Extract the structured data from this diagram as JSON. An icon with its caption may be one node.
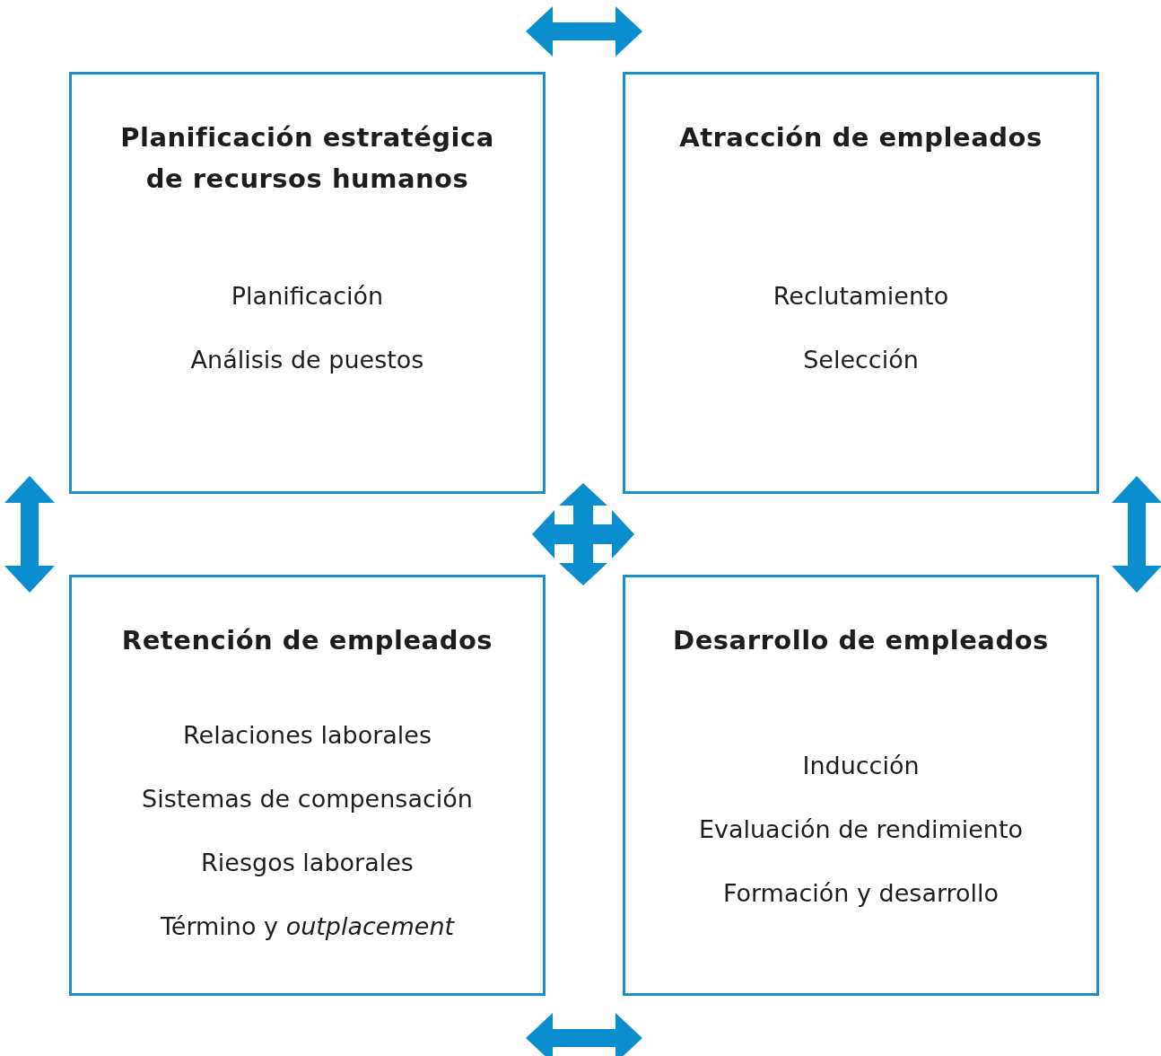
{
  "diagram": {
    "nodes": [
      {
        "text": [
          "Planificación estratégica de recursos humanos",
          "Planificación",
          "Análisis de puestos"
        ]
      },
      {
        "text": [
          "Atracción de empleados",
          "Reclutamiento",
          "Selección"
        ]
      },
      {
        "text": [
          "Retención de empleados",
          "Relaciones laborales",
          "Sistemas de compensación",
          "Riesgos laborales",
          "Término y *outplacement*"
        ]
      },
      {
        "text": [
          "Desarrollo de empleados",
          "Inducción",
          "Evaluación de rendimiento",
          "Formación y desarrollo"
        ]
      }
    ],
    "edges": [
      {
        "from": 0,
        "to": 1,
        "arrow": "both"
      },
      {
        "from": 0,
        "to": 2,
        "arrow": "both"
      },
      {
        "from": 1,
        "to": 3,
        "arrow": "both"
      },
      {
        "from": 2,
        "to": 3,
        "arrow": "both"
      }
    ]
  }
}
